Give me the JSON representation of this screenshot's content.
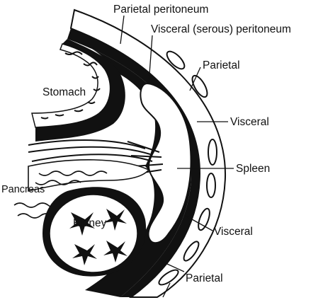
{
  "labels": {
    "parietal_peritoneum": "Parietal peritoneum",
    "visceral_serous_peritoneum": "Visceral (serous) peritoneum",
    "parietal_upper": "Parietal",
    "visceral_upper": "Visceral",
    "spleen": "Spleen",
    "stomach": "Stomach",
    "pancreas": "Pancreas",
    "kidney": "Kidney",
    "visceral_lower": "Visceral",
    "parietal_lower": "Parietal"
  },
  "colors": {
    "ink": "#111111",
    "paper": "#ffffff"
  }
}
